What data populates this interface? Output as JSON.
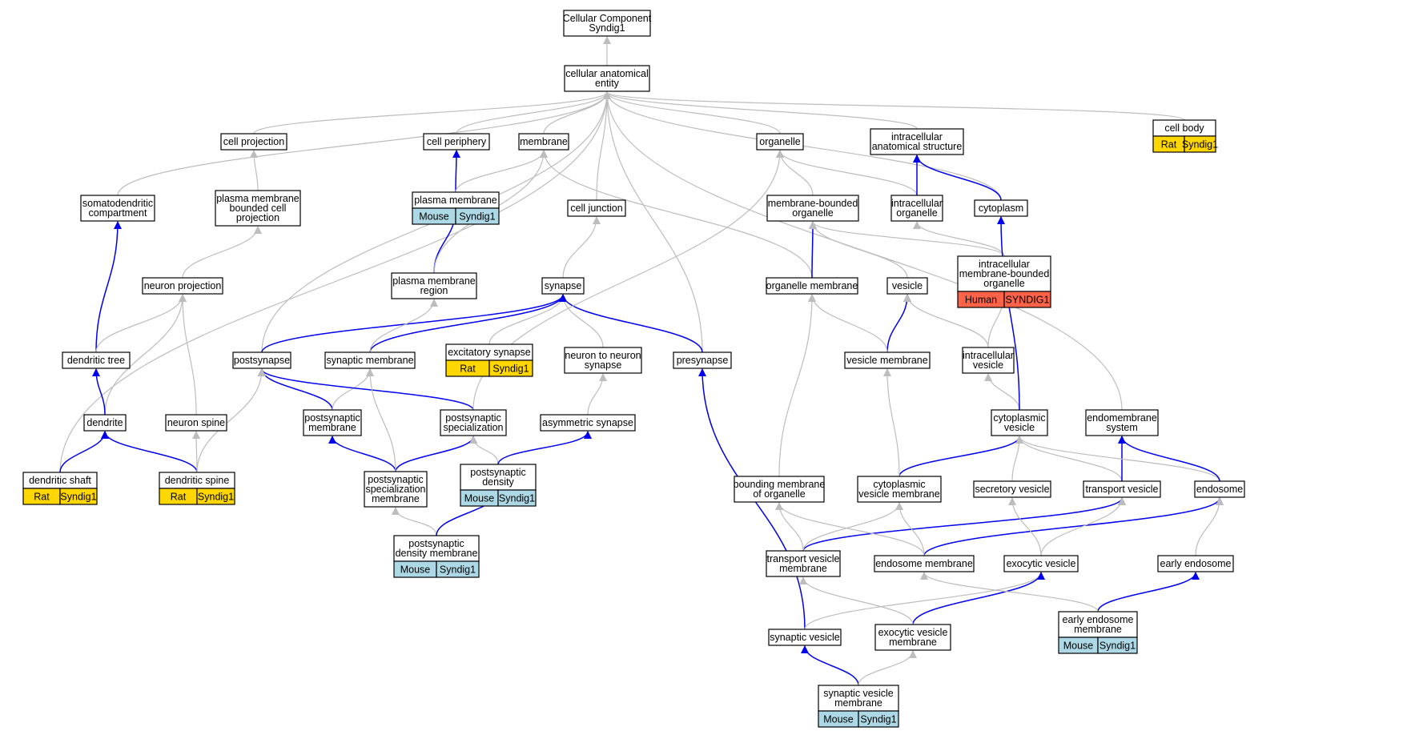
{
  "colors": {
    "edge_is_a": "#bdbdbd",
    "edge_part_of": "#0000ee",
    "node_fill": "#ffffff",
    "node_border": "#000000",
    "species": {
      "Rat": "#ffd700",
      "Mouse": "#add8e6",
      "Human": "#ff6347"
    }
  },
  "nodes": [
    {
      "id": "root",
      "lines": [
        "Cellular Component",
        "Syndig1"
      ]
    },
    {
      "id": "cae",
      "lines": [
        "cellular anatomical",
        "entity"
      ]
    },
    {
      "id": "cellproj",
      "lines": [
        "cell projection"
      ]
    },
    {
      "id": "cellper",
      "lines": [
        "cell periphery"
      ]
    },
    {
      "id": "membrane",
      "lines": [
        "membrane"
      ]
    },
    {
      "id": "organelle",
      "lines": [
        "organelle"
      ]
    },
    {
      "id": "ias",
      "lines": [
        "intracellular",
        "anatomical structure"
      ]
    },
    {
      "id": "cellbody",
      "lines": [
        "cell body"
      ],
      "annotation": {
        "species": "Rat",
        "gene": "Syndig1"
      }
    },
    {
      "id": "somato",
      "lines": [
        "somatodendritic",
        "compartment"
      ]
    },
    {
      "id": "pmbcp",
      "lines": [
        "plasma membrane",
        "bounded cell",
        "projection"
      ]
    },
    {
      "id": "pm",
      "lines": [
        "plasma membrane"
      ],
      "annotation": {
        "species": "Mouse",
        "gene": "Syndig1"
      }
    },
    {
      "id": "celljunc",
      "lines": [
        "cell junction"
      ]
    },
    {
      "id": "mbo",
      "lines": [
        "membrane-bounded",
        "organelle"
      ]
    },
    {
      "id": "intorg",
      "lines": [
        "intracellular",
        "organelle"
      ]
    },
    {
      "id": "cytoplasm",
      "lines": [
        "cytoplasm"
      ]
    },
    {
      "id": "neuronproj",
      "lines": [
        "neuron projection"
      ]
    },
    {
      "id": "pmr",
      "lines": [
        "plasma membrane",
        "region"
      ]
    },
    {
      "id": "synapse",
      "lines": [
        "synapse"
      ]
    },
    {
      "id": "orgmem",
      "lines": [
        "organelle membrane"
      ]
    },
    {
      "id": "vesicle",
      "lines": [
        "vesicle"
      ]
    },
    {
      "id": "imbo",
      "lines": [
        "intracellular",
        "membrane-bounded",
        "organelle"
      ],
      "annotation": {
        "species": "Human",
        "gene": "SYNDIG1"
      }
    },
    {
      "id": "dendtree",
      "lines": [
        "dendritic tree"
      ]
    },
    {
      "id": "postsyn",
      "lines": [
        "postsynapse"
      ]
    },
    {
      "id": "synmem",
      "lines": [
        "synaptic membrane"
      ]
    },
    {
      "id": "excsyn",
      "lines": [
        "excitatory synapse"
      ],
      "annotation": {
        "species": "Rat",
        "gene": "Syndig1"
      }
    },
    {
      "id": "n2n",
      "lines": [
        "neuron to neuron",
        "synapse"
      ]
    },
    {
      "id": "presyn",
      "lines": [
        "presynapse"
      ]
    },
    {
      "id": "vesmem",
      "lines": [
        "vesicle membrane"
      ]
    },
    {
      "id": "intves",
      "lines": [
        "intracellular",
        "vesicle"
      ]
    },
    {
      "id": "dendrite",
      "lines": [
        "dendrite"
      ]
    },
    {
      "id": "nspine",
      "lines": [
        "neuron spine"
      ]
    },
    {
      "id": "psmem",
      "lines": [
        "postsynaptic",
        "membrane"
      ]
    },
    {
      "id": "psspec",
      "lines": [
        "postsynaptic",
        "specialization"
      ]
    },
    {
      "id": "asymsyn",
      "lines": [
        "asymmetric synapse"
      ]
    },
    {
      "id": "cytves",
      "lines": [
        "cytoplasmic",
        "vesicle"
      ]
    },
    {
      "id": "endosys",
      "lines": [
        "endomembrane",
        "system"
      ]
    },
    {
      "id": "dshaft",
      "lines": [
        "dendritic shaft"
      ],
      "annotation": {
        "species": "Rat",
        "gene": "Syndig1"
      }
    },
    {
      "id": "dspine",
      "lines": [
        "dendritic spine"
      ],
      "annotation": {
        "species": "Rat",
        "gene": "Syndig1"
      }
    },
    {
      "id": "pssm",
      "lines": [
        "postsynaptic",
        "specialization",
        "membrane"
      ]
    },
    {
      "id": "psd",
      "lines": [
        "postsynaptic",
        "density"
      ],
      "annotation": {
        "species": "Mouse",
        "gene": "Syndig1"
      }
    },
    {
      "id": "bmo",
      "lines": [
        "bounding membrane",
        "of organelle"
      ]
    },
    {
      "id": "cvm",
      "lines": [
        "cytoplasmic",
        "vesicle membrane"
      ]
    },
    {
      "id": "secves",
      "lines": [
        "secretory vesicle"
      ]
    },
    {
      "id": "transves",
      "lines": [
        "transport vesicle"
      ]
    },
    {
      "id": "endosome",
      "lines": [
        "endosome"
      ]
    },
    {
      "id": "psdm",
      "lines": [
        "postsynaptic",
        "density membrane"
      ],
      "annotation": {
        "species": "Mouse",
        "gene": "Syndig1"
      }
    },
    {
      "id": "tvm",
      "lines": [
        "transport vesicle",
        "membrane"
      ]
    },
    {
      "id": "endomem",
      "lines": [
        "endosome membrane"
      ]
    },
    {
      "id": "exoves",
      "lines": [
        "exocytic vesicle"
      ]
    },
    {
      "id": "earlyendo",
      "lines": [
        "early endosome"
      ]
    },
    {
      "id": "synves",
      "lines": [
        "synaptic vesicle"
      ]
    },
    {
      "id": "evm",
      "lines": [
        "exocytic vesicle",
        "membrane"
      ]
    },
    {
      "id": "eem",
      "lines": [
        "early endosome",
        "membrane"
      ],
      "annotation": {
        "species": "Mouse",
        "gene": "Syndig1"
      }
    },
    {
      "id": "svm",
      "lines": [
        "synaptic vesicle",
        "membrane"
      ],
      "annotation": {
        "species": "Mouse",
        "gene": "Syndig1"
      }
    }
  ],
  "edges": [
    {
      "from": "cae",
      "to": "root",
      "type": "is_a"
    },
    {
      "from": "cellproj",
      "to": "cae",
      "type": "is_a"
    },
    {
      "from": "cellper",
      "to": "cae",
      "type": "is_a"
    },
    {
      "from": "membrane",
      "to": "cae",
      "type": "is_a"
    },
    {
      "from": "organelle",
      "to": "cae",
      "type": "is_a"
    },
    {
      "from": "ias",
      "to": "cae",
      "type": "is_a"
    },
    {
      "from": "cellbody",
      "to": "cae",
      "type": "is_a"
    },
    {
      "from": "somato",
      "to": "cae",
      "type": "is_a"
    },
    {
      "from": "celljunc",
      "to": "cae",
      "type": "is_a"
    },
    {
      "from": "cytoplasm",
      "to": "cae",
      "type": "is_a"
    },
    {
      "from": "postsyn",
      "to": "cae",
      "type": "is_a"
    },
    {
      "from": "presyn",
      "to": "cae",
      "type": "is_a"
    },
    {
      "from": "endosys",
      "to": "cae",
      "type": "is_a"
    },
    {
      "from": "dshaft",
      "to": "cae",
      "type": "is_a"
    },
    {
      "from": "pmbcp",
      "to": "cellproj",
      "type": "is_a"
    },
    {
      "from": "pm",
      "to": "cellper",
      "type": "part_of"
    },
    {
      "from": "pm",
      "to": "membrane",
      "type": "is_a"
    },
    {
      "from": "pmr",
      "to": "pm",
      "type": "part_of"
    },
    {
      "from": "pmr",
      "to": "membrane",
      "type": "is_a"
    },
    {
      "from": "orgmem",
      "to": "membrane",
      "type": "is_a"
    },
    {
      "from": "mbo",
      "to": "organelle",
      "type": "is_a"
    },
    {
      "from": "intorg",
      "to": "organelle",
      "type": "is_a"
    },
    {
      "from": "intorg",
      "to": "ias",
      "type": "part_of"
    },
    {
      "from": "cytoplasm",
      "to": "ias",
      "type": "part_of"
    },
    {
      "from": "orgmem",
      "to": "mbo",
      "type": "part_of"
    },
    {
      "from": "imbo",
      "to": "mbo",
      "type": "is_a"
    },
    {
      "from": "imbo",
      "to": "intorg",
      "type": "is_a"
    },
    {
      "from": "vesicle",
      "to": "mbo",
      "type": "is_a"
    },
    {
      "from": "neuronproj",
      "to": "pmbcp",
      "type": "is_a"
    },
    {
      "from": "synapse",
      "to": "celljunc",
      "type": "is_a"
    },
    {
      "from": "excsyn",
      "to": "synapse",
      "type": "is_a"
    },
    {
      "from": "n2n",
      "to": "synapse",
      "type": "is_a"
    },
    {
      "from": "presyn",
      "to": "synapse",
      "type": "part_of"
    },
    {
      "from": "postsyn",
      "to": "synapse",
      "type": "part_of"
    },
    {
      "from": "synmem",
      "to": "synapse",
      "type": "part_of"
    },
    {
      "from": "synmem",
      "to": "pmr",
      "type": "is_a"
    },
    {
      "from": "dendtree",
      "to": "somato",
      "type": "part_of"
    },
    {
      "from": "dendtree",
      "to": "neuronproj",
      "type": "is_a"
    },
    {
      "from": "dendrite",
      "to": "neuronproj",
      "type": "is_a"
    },
    {
      "from": "nspine",
      "to": "neuronproj",
      "type": "is_a"
    },
    {
      "from": "dendrite",
      "to": "dendtree",
      "type": "part_of"
    },
    {
      "from": "vesmem",
      "to": "vesicle",
      "type": "part_of"
    },
    {
      "from": "vesmem",
      "to": "orgmem",
      "type": "is_a"
    },
    {
      "from": "intves",
      "to": "vesicle",
      "type": "is_a"
    },
    {
      "from": "intves",
      "to": "imbo",
      "type": "is_a"
    },
    {
      "from": "psmem",
      "to": "postsyn",
      "type": "part_of"
    },
    {
      "from": "psmem",
      "to": "synmem",
      "type": "is_a"
    },
    {
      "from": "psspec",
      "to": "postsyn",
      "type": "part_of"
    },
    {
      "from": "psspec",
      "to": "organelle",
      "type": "is_a"
    },
    {
      "from": "asymsyn",
      "to": "n2n",
      "type": "is_a"
    },
    {
      "from": "cytves",
      "to": "intves",
      "type": "is_a"
    },
    {
      "from": "cytves",
      "to": "cytoplasm",
      "type": "part_of"
    },
    {
      "from": "dshaft",
      "to": "dendrite",
      "type": "part_of"
    },
    {
      "from": "dspine",
      "to": "dendrite",
      "type": "part_of"
    },
    {
      "from": "dspine",
      "to": "nspine",
      "type": "is_a"
    },
    {
      "from": "dspine",
      "to": "postsyn",
      "type": "is_a"
    },
    {
      "from": "pssm",
      "to": "psmem",
      "type": "part_of"
    },
    {
      "from": "pssm",
      "to": "psspec",
      "type": "part_of"
    },
    {
      "from": "pssm",
      "to": "synmem",
      "type": "is_a"
    },
    {
      "from": "psd",
      "to": "psspec",
      "type": "is_a"
    },
    {
      "from": "psd",
      "to": "asymsyn",
      "type": "part_of"
    },
    {
      "from": "psdm",
      "to": "pssm",
      "type": "is_a"
    },
    {
      "from": "psdm",
      "to": "psd",
      "type": "part_of"
    },
    {
      "from": "bmo",
      "to": "orgmem",
      "type": "is_a"
    },
    {
      "from": "cvm",
      "to": "cytves",
      "type": "part_of"
    },
    {
      "from": "cvm",
      "to": "vesmem",
      "type": "is_a"
    },
    {
      "from": "secves",
      "to": "cytves",
      "type": "is_a"
    },
    {
      "from": "transves",
      "to": "cytves",
      "type": "is_a"
    },
    {
      "from": "transves",
      "to": "endosys",
      "type": "part_of"
    },
    {
      "from": "endosome",
      "to": "cytves",
      "type": "is_a"
    },
    {
      "from": "endosome",
      "to": "endosys",
      "type": "part_of"
    },
    {
      "from": "tvm",
      "to": "transves",
      "type": "part_of"
    },
    {
      "from": "tvm",
      "to": "bmo",
      "type": "is_a"
    },
    {
      "from": "tvm",
      "to": "cvm",
      "type": "is_a"
    },
    {
      "from": "endomem",
      "to": "endosome",
      "type": "part_of"
    },
    {
      "from": "endomem",
      "to": "bmo",
      "type": "is_a"
    },
    {
      "from": "endomem",
      "to": "cvm",
      "type": "is_a"
    },
    {
      "from": "exoves",
      "to": "secves",
      "type": "is_a"
    },
    {
      "from": "exoves",
      "to": "transves",
      "type": "is_a"
    },
    {
      "from": "earlyendo",
      "to": "endosome",
      "type": "is_a"
    },
    {
      "from": "synves",
      "to": "presyn",
      "type": "part_of"
    },
    {
      "from": "synves",
      "to": "exoves",
      "type": "is_a"
    },
    {
      "from": "evm",
      "to": "exoves",
      "type": "part_of"
    },
    {
      "from": "evm",
      "to": "tvm",
      "type": "is_a"
    },
    {
      "from": "eem",
      "to": "earlyendo",
      "type": "part_of"
    },
    {
      "from": "eem",
      "to": "endomem",
      "type": "is_a"
    },
    {
      "from": "svm",
      "to": "synves",
      "type": "part_of"
    },
    {
      "from": "svm",
      "to": "evm",
      "type": "is_a"
    }
  ]
}
